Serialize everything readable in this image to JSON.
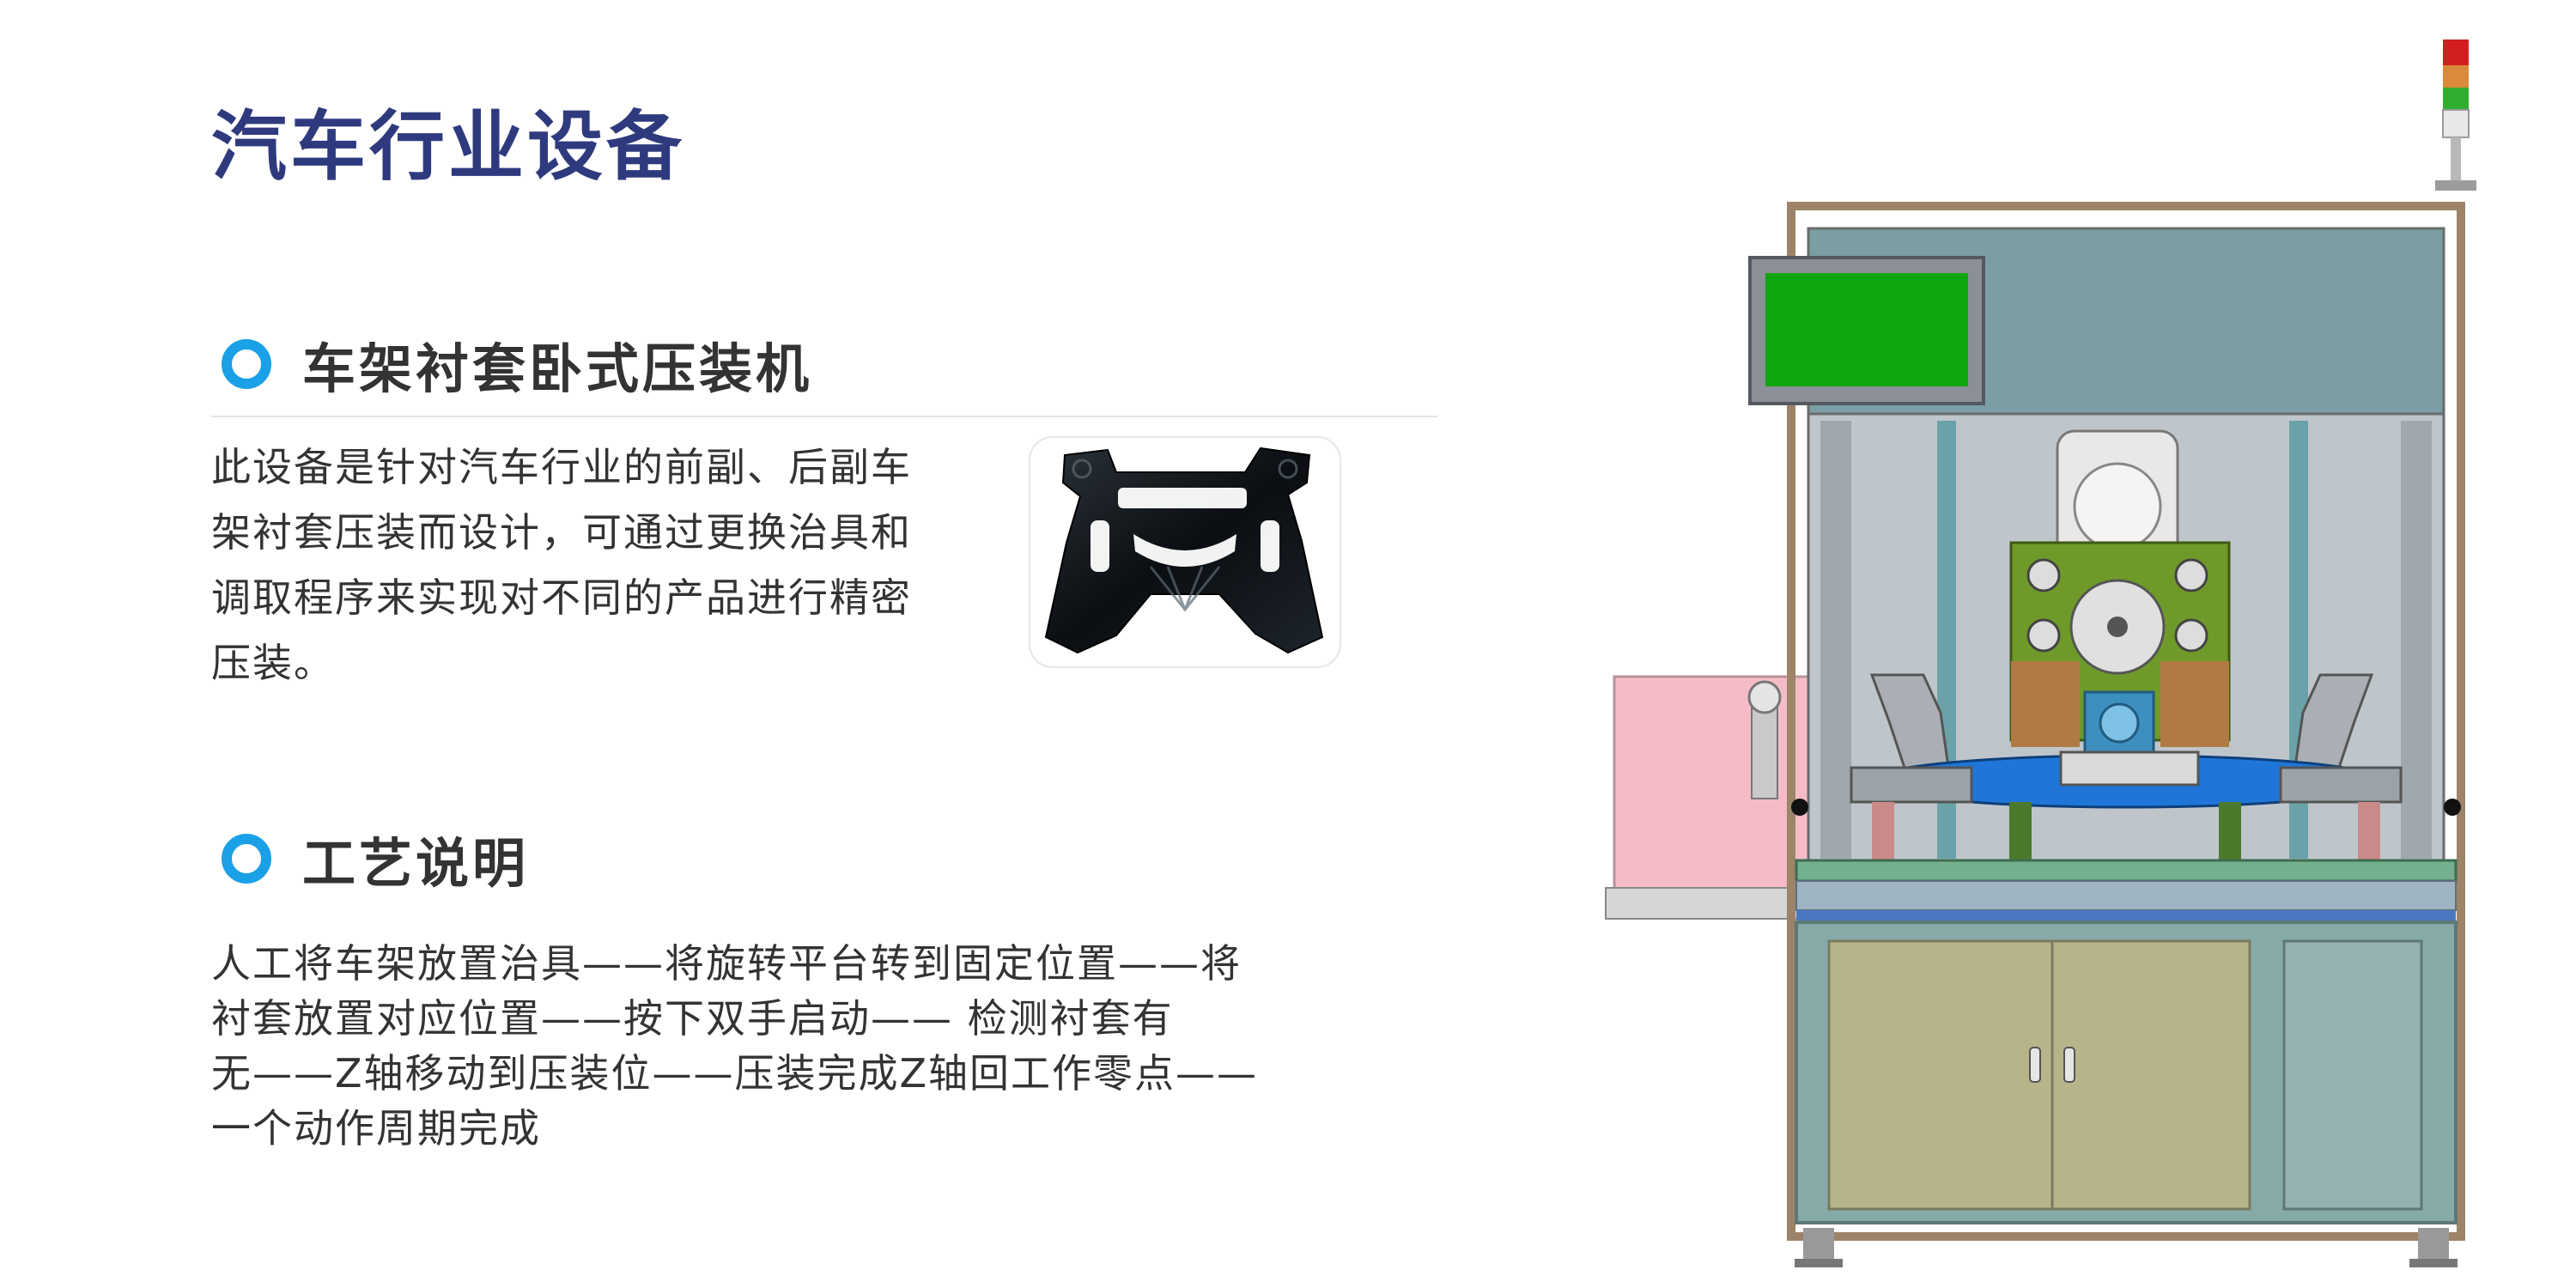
{
  "page": {
    "title": "汽车行业设备"
  },
  "sections": [
    {
      "heading": "车架衬套卧式压装机",
      "body": "此设备是针对汽车行业的前副、后副车\n架衬套压装而设计，可通过更换治具和\n调取程序来实现对不同的产品进行精密\n压装。"
    },
    {
      "heading": "工艺说明",
      "body": "人工将车架放置治具——将旋转平台转到固定位置——将\n衬套放置对应位置——按下双手启动——  检测衬套有\n无——Z轴移动到压装位——压装完成Z轴回工作零点——\n一个动作周期完成"
    }
  ],
  "colors": {
    "title": "#2f3a7e",
    "accent": "#1aa0e6",
    "text": "#333333"
  },
  "images": {
    "thumbnail": "subframe-product-photo",
    "main": "press-machine-3d-render"
  }
}
